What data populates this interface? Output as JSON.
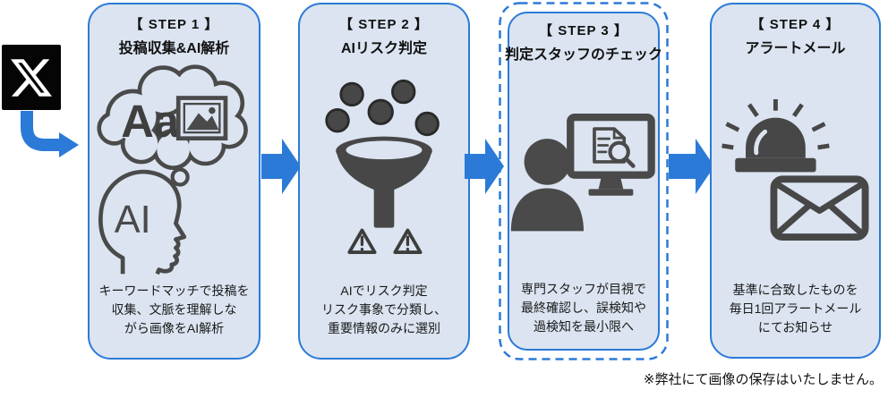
{
  "source": {
    "name": "X"
  },
  "steps": [
    {
      "label": "【 STEP 1 】",
      "title": "投稿収集&AI解析",
      "description": "キーワードマッチで投稿を\n収集、文脈を理解しな\nがら画像をAI解析",
      "icon": "thought-cloud-ai-analysis"
    },
    {
      "label": "【 STEP 2 】",
      "title": "AIリスク判定",
      "description": "AIでリスク判定\nリスク事象で分類し、\n重要情報のみに選別",
      "icon": "funnel-filter"
    },
    {
      "label": "【 STEP 3 】",
      "title": "判定スタッフのチェック",
      "description": "専門スタッフが目視で\n最終確認し、誤検知や\n過検知を最小限へ",
      "icon": "staff-monitor-check"
    },
    {
      "label": "【 STEP 4 】",
      "title": "アラートメール",
      "description": "基準に合致したものを\n毎日1回アラートメール\nにてお知らせ",
      "icon": "siren-and-mail"
    }
  ],
  "icon_texts": {
    "cloud_text": "Aa",
    "head_text": "AI"
  },
  "footnote": "※弊社にて画像の保存はいたしません。",
  "colors": {
    "accent": "#2b7ad8",
    "panel_bg": "#dbe4f0",
    "icon_dark": "#4a4a4a"
  }
}
